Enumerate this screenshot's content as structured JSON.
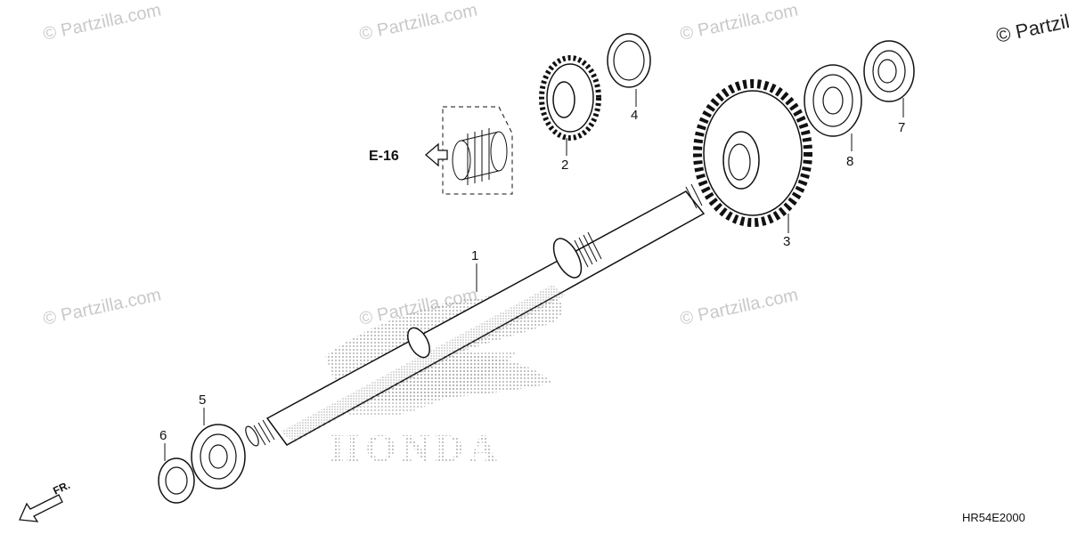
{
  "watermark": {
    "text": "© Partzilla.com"
  },
  "logo": {
    "text": "HONDA"
  },
  "reference": {
    "label": "E-16"
  },
  "direction": {
    "label": "FR."
  },
  "diagram_code": "HR54E2000",
  "callouts": [
    {
      "id": "1",
      "label": "1"
    },
    {
      "id": "2",
      "label": "2"
    },
    {
      "id": "3",
      "label": "3"
    },
    {
      "id": "4",
      "label": "4"
    },
    {
      "id": "5",
      "label": "5"
    },
    {
      "id": "6",
      "label": "6"
    },
    {
      "id": "7",
      "label": "7"
    },
    {
      "id": "8",
      "label": "8"
    }
  ]
}
